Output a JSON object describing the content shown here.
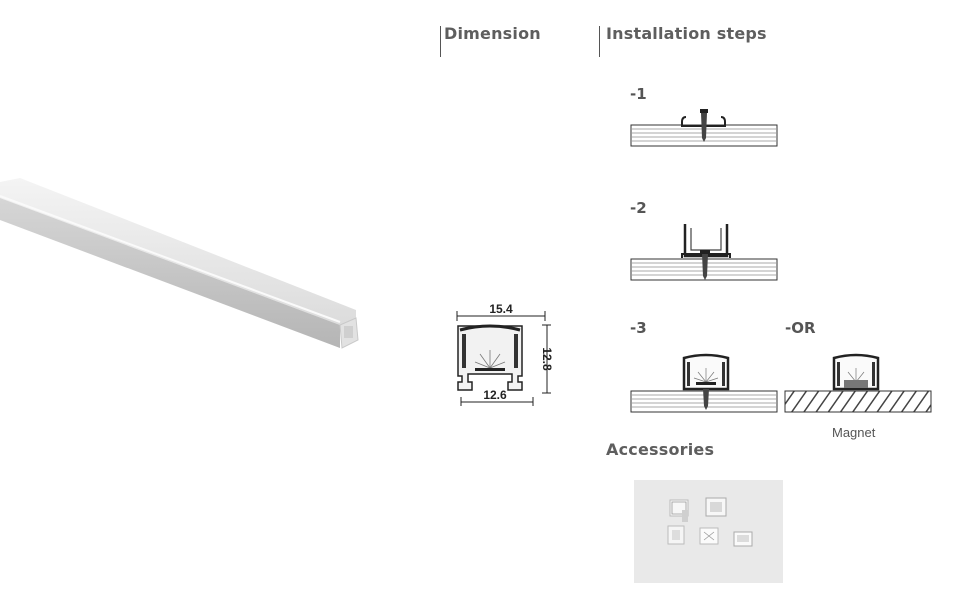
{
  "headings": {
    "dimension": "Dimension",
    "installation": "Installation steps",
    "accessories": "Accessories"
  },
  "dimensions": {
    "top_width": "15.4",
    "bottom_width": "12.6",
    "height": "12.8"
  },
  "steps": {
    "s1": "-1",
    "s2": "-2",
    "s3": "-3",
    "or": "-OR"
  },
  "magnet_label": "Magnet",
  "colors": {
    "heading": "#5e5e5e",
    "profile_light": "#e8e8e8",
    "profile_shade": "#bfbfbf",
    "line": "#222222",
    "accessory_bg": "#e9e9e9"
  }
}
